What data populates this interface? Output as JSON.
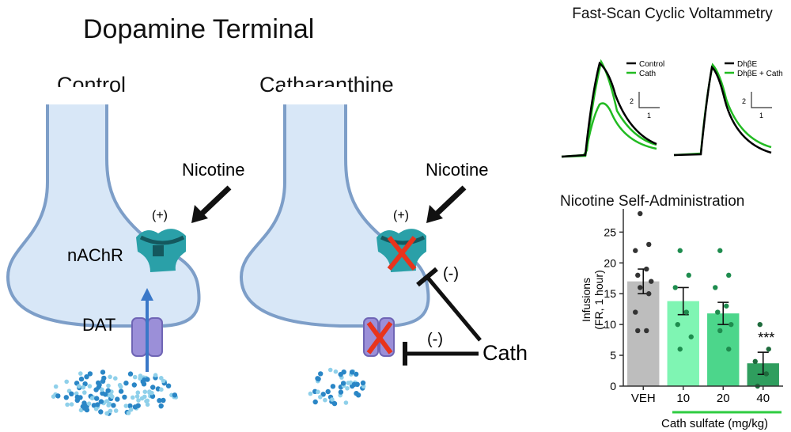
{
  "diagram": {
    "title": "Dopamine Terminal",
    "panels": {
      "control": {
        "title": "Control",
        "stimulus_label": "Nicotine",
        "receptor_label": "nAChR",
        "transporter_label": "DAT",
        "plus_label": "(+)"
      },
      "catharanthine": {
        "title": "Catharanthine",
        "stimulus_label": "Nicotine",
        "plus_label": "(+)",
        "inhibitor_label": "Cath",
        "minus_label_receptor": "(-)",
        "minus_label_transporter": "(-)"
      }
    }
  },
  "fscv": {
    "title": "Fast-Scan Cyclic Voltammetry",
    "left_legend": [
      "Control",
      "Cath"
    ],
    "right_legend": [
      "DhβE",
      "DhβE + Cath"
    ],
    "scale_y": "2",
    "scale_x": "1",
    "colors": {
      "control": "#000000",
      "drug": "#22bb22"
    }
  },
  "chart_data": {
    "type": "bar",
    "title": "Nicotine Self-Administration",
    "xlabel": "Cath sulfate (mg/kg)",
    "ylabel_line1": "Infusions",
    "ylabel_line2": "(FR, 1 hour)",
    "ylim": [
      0,
      28
    ],
    "yticks": [
      0,
      5,
      10,
      15,
      20,
      25
    ],
    "categories": [
      "VEH",
      "10",
      "20",
      "40"
    ],
    "values": [
      17.0,
      13.8,
      11.8,
      3.7
    ],
    "errors": [
      2.0,
      2.2,
      1.8,
      1.8
    ],
    "points": [
      [
        28,
        23,
        22,
        19,
        18,
        17,
        16,
        15,
        12,
        9,
        9
      ],
      [
        22,
        18,
        16,
        12,
        10,
        8,
        6
      ],
      [
        22,
        18,
        16,
        13,
        12,
        10,
        9,
        6
      ],
      [
        10,
        6,
        4,
        2,
        0
      ]
    ],
    "significance": [
      "",
      "",
      "",
      "***"
    ],
    "bar_colors": [
      "#bdbdbd",
      "#7ff5b3",
      "#4cd68b",
      "#2f9e5e"
    ],
    "point_colors": [
      "#333333",
      "#1e8c4e",
      "#1e8c4e",
      "#1e6b3c"
    ],
    "grid": false
  }
}
